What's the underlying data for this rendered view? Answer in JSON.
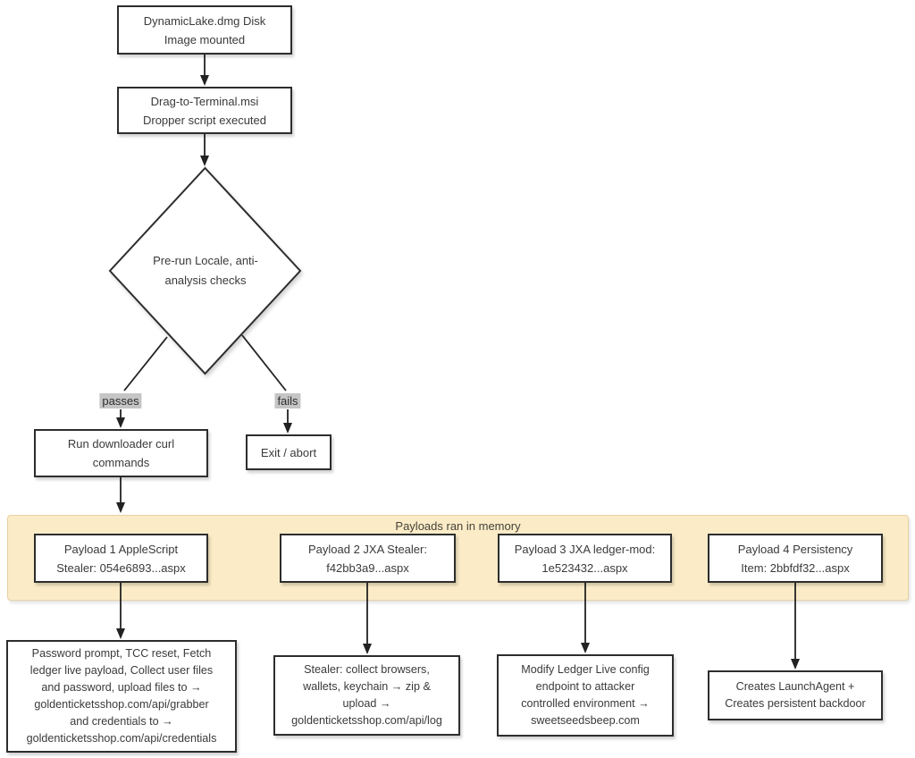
{
  "nodes": {
    "disk_image": "DynamicLake.dmg Disk\nImage mounted",
    "dropper": "Drag-to-Terminal.msi\nDropper script executed",
    "decision": "Pre-run Locale, anti-\nanalysis checks",
    "downloader": "Run downloader curl\ncommands",
    "exit_abort": "Exit / abort",
    "band_title": "Payloads ran in memory",
    "payload1": "Payload 1 AppleScript\nStealer: 054e6893...aspx",
    "payload2": "Payload 2 JXA Stealer:\nf42bb3a9...aspx",
    "payload3": "Payload 3 JXA ledger-mod:\n1e523432...aspx",
    "payload4": "Payload 4 Persistency\nItem: 2bbfdf32...aspx",
    "action1": "Password prompt, TCC reset, Fetch\nledger live payload, Collect user files\nand password, upload files to →\ngoldenticketsshop.com/api/grabber\nand credentials to →\ngoldenticketsshop.com/api/credentials",
    "action2": "Stealer: collect browsers,\nwallets, keychain → zip &\nupload →\ngoldenticketsshop.com/api/log",
    "action3": "Modify Ledger Live config\nendpoint to attacker\ncontrolled environment →\nsweetseedsbeep.com",
    "action4": "Creates LaunchAgent +\nCreates persistent backdoor"
  },
  "edge_labels": {
    "passes": "passes",
    "fails": "fails"
  },
  "edges": [
    {
      "from": "disk_image",
      "to": "dropper",
      "label": ""
    },
    {
      "from": "dropper",
      "to": "decision",
      "label": ""
    },
    {
      "from": "decision",
      "to": "downloader",
      "label": "passes"
    },
    {
      "from": "decision",
      "to": "exit_abort",
      "label": "fails"
    },
    {
      "from": "downloader",
      "to": "payloads_in_memory_band",
      "label": ""
    },
    {
      "from": "payload1",
      "to": "action1",
      "label": ""
    },
    {
      "from": "payload2",
      "to": "action2",
      "label": ""
    },
    {
      "from": "payload3",
      "to": "action3",
      "label": ""
    },
    {
      "from": "payload4",
      "to": "action4",
      "label": ""
    }
  ],
  "colors": {
    "background": "#ffffff",
    "node_fill": "#ffffff",
    "node_border": "#2d2d2d",
    "text": "#3a3a3a",
    "arrow": "#222222",
    "band_fill": "#fbecc7",
    "band_border": "#e6d1a3",
    "edge_label_bg": "#c5c5c5"
  }
}
